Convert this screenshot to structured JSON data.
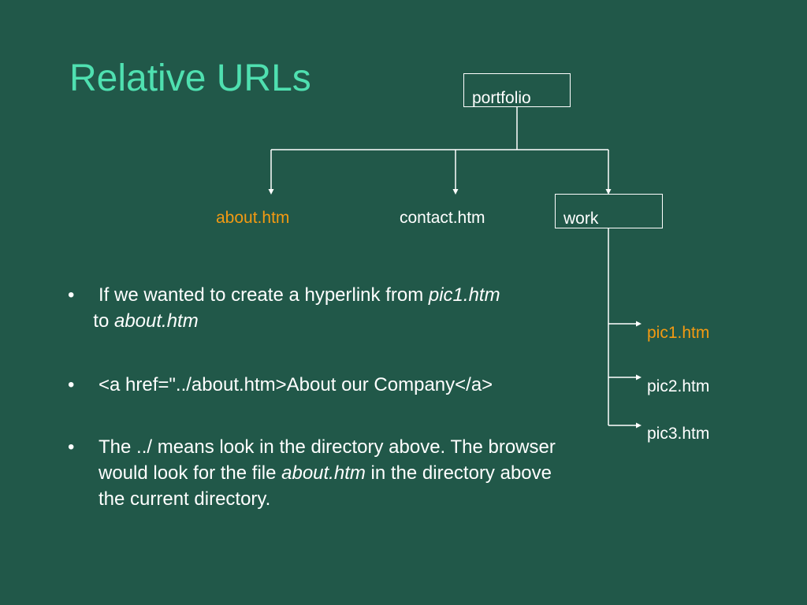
{
  "slide": {
    "title": "Relative URLs"
  },
  "tree": {
    "root": "portfolio",
    "children": [
      "about.htm",
      "contact.htm",
      "work"
    ],
    "work_children": [
      "pic1.htm",
      "pic2.htm",
      "pic3.htm"
    ],
    "highlight_color": "#f39a12"
  },
  "bullets": {
    "b1": {
      "text_before": "If we wanted to create a hyperlink from ",
      "em_source": "pic1.htm",
      "text_middle": " to ",
      "em_target": "about.htm"
    },
    "b2": {
      "code": "<a href=\"../about.htm>About our Company</a>"
    },
    "b3": {
      "text_before": "The ../ means look in the directory above. The browser would look for the file ",
      "em_file": "about.htm",
      "text_after": " in the directory above the current directory."
    }
  },
  "colors": {
    "background": "#215849",
    "title": "#4fe0b0",
    "text": "#ffffff",
    "highlight": "#f39a12"
  }
}
